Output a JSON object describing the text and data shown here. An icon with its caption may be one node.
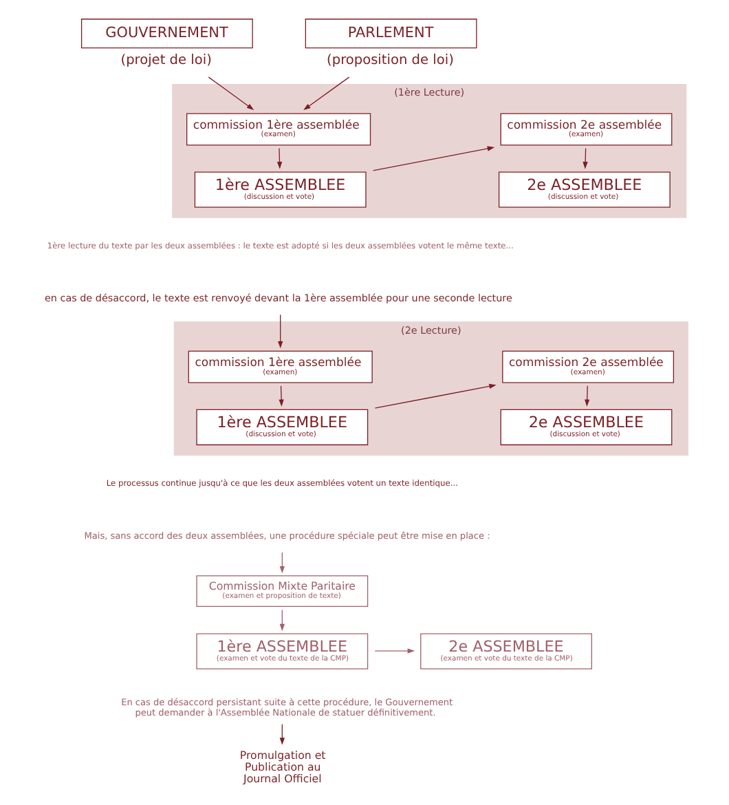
{
  "diagram": {
    "nodes": [
      {
        "text": [
          "GOUVERNEMENT"
        ],
        "beside": [
          "(projet de loi)"
        ]
      },
      {
        "text": [
          "PARLEMENT"
        ],
        "beside": [
          "(proposition de loi)"
        ]
      },
      {
        "text": [
          "(1ère Lecture)"
        ]
      },
      {
        "text": [
          "commission 1ère assemblée",
          "(examen)"
        ],
        "in": 2
      },
      {
        "text": [
          "1ère ASSEMBLEE",
          "(discussion et vote)"
        ],
        "in": 2
      },
      {
        "text": [
          "commission 2e assemblée",
          "(examen)"
        ],
        "in": 2
      },
      {
        "text": [
          "2e ASSEMBLEE",
          "(discussion et vote)"
        ],
        "in": 2
      },
      {
        "text": [
          "en cas de désaccord, le texte est renvoyé devant la 1ère assemblée pour une seconde lecture"
        ]
      },
      {
        "text": [
          "(2e Lecture)"
        ]
      },
      {
        "text": [
          "commission 1ère assemblée",
          "(examen)"
        ],
        "in": 8
      },
      {
        "text": [
          "1ère ASSEMBLEE",
          "(discussion et vote)"
        ],
        "in": 8
      },
      {
        "text": [
          "commission 2e assemblée",
          "(examen)"
        ],
        "in": 8
      },
      {
        "text": [
          "2e ASSEMBLEE",
          "(discussion et vote)"
        ],
        "in": 8
      },
      {
        "text": [
          "Mais, sans accord des deux assemblées, une procédure spéciale peut être mise en place :"
        ]
      },
      {
        "text": [
          "Commission Mixte Paritaire",
          "(examen et proposition de texte)"
        ]
      },
      {
        "text": [
          "1ère ASSEMBLEE",
          "(examen et vote du texte de la CMP)"
        ]
      },
      {
        "text": [
          "2e ASSEMBLEE",
          "(examen et vote du texte de la CMP)"
        ]
      },
      {
        "text": [
          "En cas de désaccord persistant suite à cette procédure, le Gouvernement peut demander à l'Assemblée Nationale de statuer définitivement."
        ]
      },
      {
        "text": [
          "Promulgation et Publication au Journal Officiel"
        ]
      }
    ],
    "edges": [
      {
        "from": 0,
        "to": 3,
        "arrow": "to"
      },
      {
        "from": 1,
        "to": 3,
        "arrow": "to"
      },
      {
        "from": 3,
        "to": 4,
        "arrow": "to"
      },
      {
        "from": 4,
        "to": 5,
        "arrow": "to"
      },
      {
        "from": 5,
        "to": 6,
        "arrow": "to"
      },
      {
        "from": 7,
        "to": 9,
        "arrow": "to"
      },
      {
        "from": 9,
        "to": 10,
        "arrow": "to"
      },
      {
        "from": 10,
        "to": 11,
        "arrow": "to"
      },
      {
        "from": 11,
        "to": 12,
        "arrow": "to"
      },
      {
        "from": 13,
        "to": 14,
        "arrow": "to",
        "color": "#a0606a"
      },
      {
        "from": 14,
        "to": 15,
        "arrow": "to",
        "color": "#a0606a"
      },
      {
        "from": 15,
        "to": 16,
        "arrow": "to",
        "color": "#a0606a"
      },
      {
        "from": 17,
        "to": 18,
        "arrow": "to"
      }
    ],
    "labels": [
      "1ère lecture du texte par les deux assemblées : le texte est adopté si les deux assemblées votent le même texte...",
      "Le processus continue jusqu'à ce que les deux assemblées votent un texte identique..."
    ]
  }
}
